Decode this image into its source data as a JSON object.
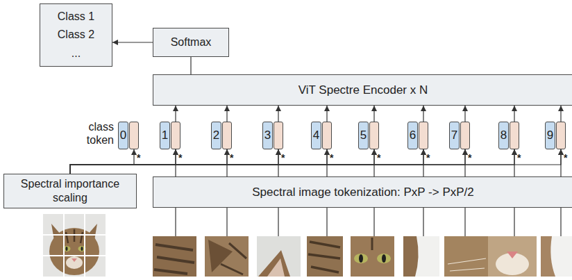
{
  "diagram": {
    "nodes": [
      {
        "text": [
          "Class 1",
          "Class 2",
          "..."
        ]
      },
      {
        "text": [
          "Softmax"
        ]
      },
      {
        "text": [
          "ViT Spectre Encoder x N"
        ]
      },
      {
        "text": [
          "0"
        ]
      },
      {
        "text": [
          "1"
        ]
      },
      {
        "text": [
          "2"
        ]
      },
      {
        "text": [
          "3"
        ]
      },
      {
        "text": [
          "4"
        ]
      },
      {
        "text": [
          "5"
        ]
      },
      {
        "text": [
          "6"
        ]
      },
      {
        "text": [
          "7"
        ]
      },
      {
        "text": [
          "8"
        ]
      },
      {
        "text": [
          "9"
        ]
      },
      {
        "text": [
          "Spectral importance scaling"
        ]
      },
      {
        "text": [
          "Spectral image tokenization: PxP -> PxP/2"
        ]
      }
    ],
    "edges": [
      {
        "from": 1,
        "to": 0,
        "arrow": "to"
      },
      {
        "from": 2,
        "to": 1,
        "arrow": "none"
      },
      {
        "from": 4,
        "to": 2,
        "arrow": "to"
      },
      {
        "from": 5,
        "to": 2,
        "arrow": "to"
      },
      {
        "from": 6,
        "to": 2,
        "arrow": "to"
      },
      {
        "from": 7,
        "to": 2,
        "arrow": "to"
      },
      {
        "from": 8,
        "to": 2,
        "arrow": "to"
      },
      {
        "from": 9,
        "to": 2,
        "arrow": "to"
      },
      {
        "from": 10,
        "to": 2,
        "arrow": "to"
      },
      {
        "from": 11,
        "to": 2,
        "arrow": "to"
      },
      {
        "from": 12,
        "to": 2,
        "arrow": "to"
      },
      {
        "from": 13,
        "to": 3,
        "arrow": "to"
      },
      {
        "from": 13,
        "to": 4,
        "arrow": "to"
      },
      {
        "from": 13,
        "to": 5,
        "arrow": "to"
      },
      {
        "from": 13,
        "to": 6,
        "arrow": "to"
      },
      {
        "from": 13,
        "to": 7,
        "arrow": "to"
      },
      {
        "from": 13,
        "to": 8,
        "arrow": "to"
      },
      {
        "from": 13,
        "to": 9,
        "arrow": "to"
      },
      {
        "from": 13,
        "to": 10,
        "arrow": "to"
      },
      {
        "from": 13,
        "to": 11,
        "arrow": "to"
      },
      {
        "from": 13,
        "to": 12,
        "arrow": "to"
      },
      {
        "from": 14,
        "to": 4,
        "arrow": "to"
      },
      {
        "from": 14,
        "to": 5,
        "arrow": "to"
      },
      {
        "from": 14,
        "to": 6,
        "arrow": "to"
      },
      {
        "from": 14,
        "to": 7,
        "arrow": "to"
      },
      {
        "from": 14,
        "to": 8,
        "arrow": "to"
      },
      {
        "from": 14,
        "to": 9,
        "arrow": "to"
      },
      {
        "from": 14,
        "to": 10,
        "arrow": "to"
      },
      {
        "from": 14,
        "to": 11,
        "arrow": "to"
      },
      {
        "from": 14,
        "to": 12,
        "arrow": "to"
      }
    ],
    "labels": [
      "class token",
      "*",
      "*",
      "*",
      "*",
      "*",
      "*",
      "*",
      "*",
      "*",
      "*"
    ]
  }
}
